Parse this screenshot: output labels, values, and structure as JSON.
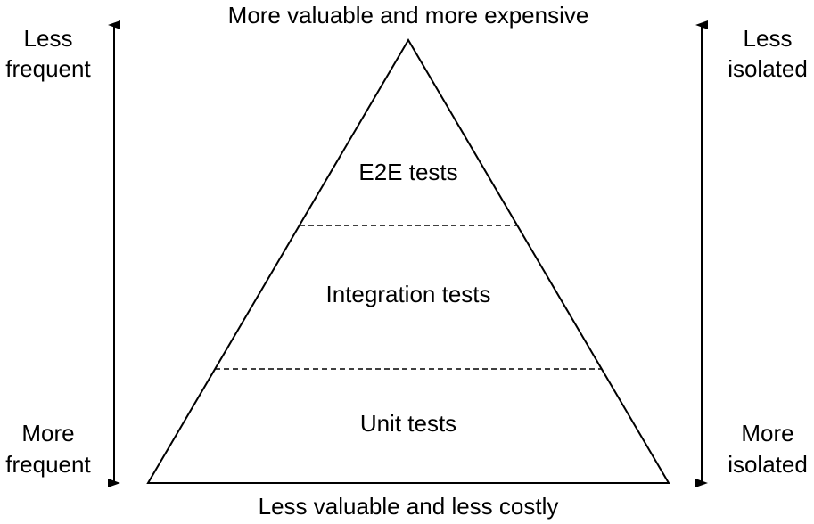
{
  "diagram": {
    "top_caption": "More valuable and more expensive",
    "bottom_caption": "Less valuable and less costly",
    "left_axis": {
      "top_line1": "Less",
      "top_line2": "frequent",
      "bottom_line1": "More",
      "bottom_line2": "frequent"
    },
    "right_axis": {
      "top_line1": "Less",
      "top_line2": "isolated",
      "bottom_line1": "More",
      "bottom_line2": "isolated"
    },
    "layers": {
      "top": "E2E tests",
      "middle": "Integration tests",
      "bottom": "Unit tests"
    }
  },
  "colors": {
    "stroke": "#000000",
    "background": "#ffffff"
  }
}
